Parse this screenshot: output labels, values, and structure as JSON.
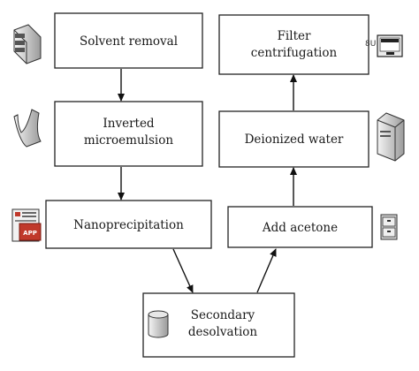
{
  "nodes": {
    "solvent_removal": {
      "label": "Solvent removal"
    },
    "inverted_microemulsion": {
      "line1": "Inverted",
      "line2": "microemulsion"
    },
    "nanoprecipitation": {
      "label": "Nanoprecipitation"
    },
    "secondary_desolvation": {
      "line1": "Secondary",
      "line2": "desolvation"
    },
    "add_acetone": {
      "label": "Add acetone"
    },
    "deionized_water": {
      "label": "Deionized water"
    },
    "filter_centrifugation": {
      "line1": "Filter",
      "line2": "centrifugation"
    }
  },
  "icons": {
    "solvent_removal": "stacked-drawers-icon",
    "inverted_microemulsion": "curved-tray-icon",
    "nanoprecipitation": "document-app-icon",
    "secondary_desolvation": "cylinder-icon",
    "add_acetone": "filing-cabinet-icon",
    "deionized_water": "server-tower-icon",
    "filter_centrifugation": "monitor-icon",
    "filter_centrifugation_tag": "8U"
  },
  "edges": [
    {
      "from": "solvent_removal",
      "to": "inverted_microemulsion"
    },
    {
      "from": "inverted_microemulsion",
      "to": "nanoprecipitation"
    },
    {
      "from": "nanoprecipitation",
      "to": "secondary_desolvation"
    },
    {
      "from": "secondary_desolvation",
      "to": "add_acetone"
    },
    {
      "from": "add_acetone",
      "to": "deionized_water"
    },
    {
      "from": "deionized_water",
      "to": "filter_centrifugation"
    }
  ]
}
